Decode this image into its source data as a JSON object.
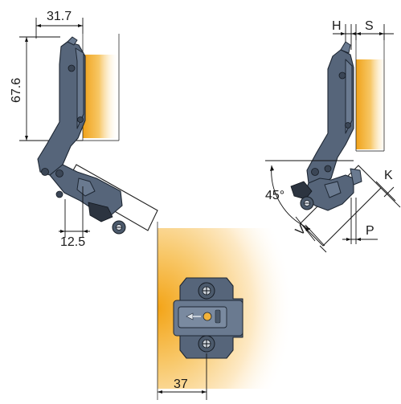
{
  "labels": {
    "left": {
      "width_top": "31.7",
      "height_left": "67.6",
      "offset_bottom": "12.5"
    },
    "right": {
      "h": "H",
      "s": "S",
      "angle": "45°",
      "k": "K",
      "v": "V",
      "p": "P"
    },
    "plate": {
      "width": "37"
    }
  },
  "colors": {
    "hinge_body": "#56657a",
    "hinge_outline": "#1e2733",
    "glow": "#f2b23a",
    "dimension_lines": "#111111"
  },
  "icons": [
    "hinge-side-view",
    "hinge-side-view-open",
    "mounting-plate-top-view"
  ]
}
